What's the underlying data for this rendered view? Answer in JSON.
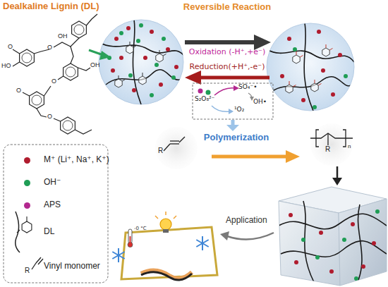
{
  "diagram": {
    "labels": [
      "Dealkaline Lignin (DL)",
      "Reversible Reaction",
      "Oxidation (-H⁺,+e⁻)",
      "Reduction(+H⁺,-e⁻)",
      "S₂O₈²⁻",
      "SO₄⁻•",
      "OH•",
      "¹O₂",
      "Polymerization",
      "Application",
      "R",
      "R",
      "n",
      "R",
      "-0 °C",
      "HO",
      "O",
      "OH",
      "O",
      "O",
      "O",
      "O",
      "OH"
    ],
    "legend": [
      {
        "text": "M⁺ (Li⁺, Na⁺, K⁺)",
        "color": "#b01c2e"
      },
      {
        "text": "OH⁻",
        "color": "#1f9d55"
      },
      {
        "text": "APS",
        "color": "#b3288f"
      },
      {
        "text": "DL"
      },
      {
        "text": "Vinyl monomer"
      }
    ]
  }
}
